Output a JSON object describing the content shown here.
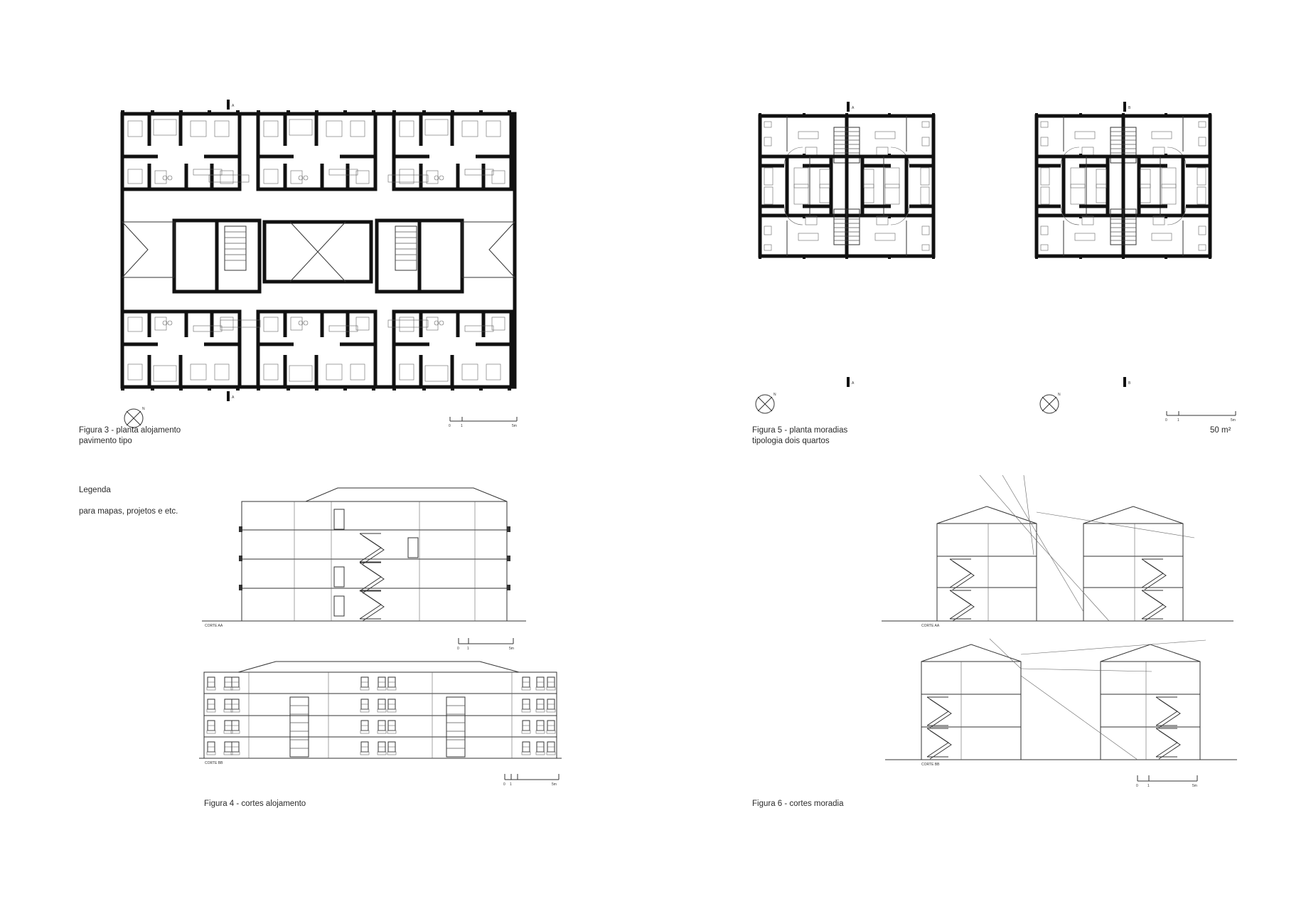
{
  "captions": {
    "fig3_line1": "Figura 3 - planta alojamento",
    "fig3_line2": "pavimento tipo",
    "fig5_line1": "Figura 5 - planta moradias",
    "fig5_line2": "tipologia dois quartos",
    "area": "50 m²",
    "legend_title": "Legenda",
    "legend_text": "para mapas, projetos e etc.",
    "fig4": "Figura 4 - cortes alojamento",
    "fig6": "Figura 6 - cortes moradia"
  },
  "drawing_labels": {
    "corte_aa": "CORTE AA",
    "corte_bb": "CORTE BB",
    "section_a": "A",
    "section_b": "B",
    "north": "N",
    "scale_0": "0",
    "scale_1": "1",
    "scale_5": "5m"
  },
  "colors": {
    "ink": "#111111",
    "line": "#333333",
    "background": "#ffffff"
  }
}
